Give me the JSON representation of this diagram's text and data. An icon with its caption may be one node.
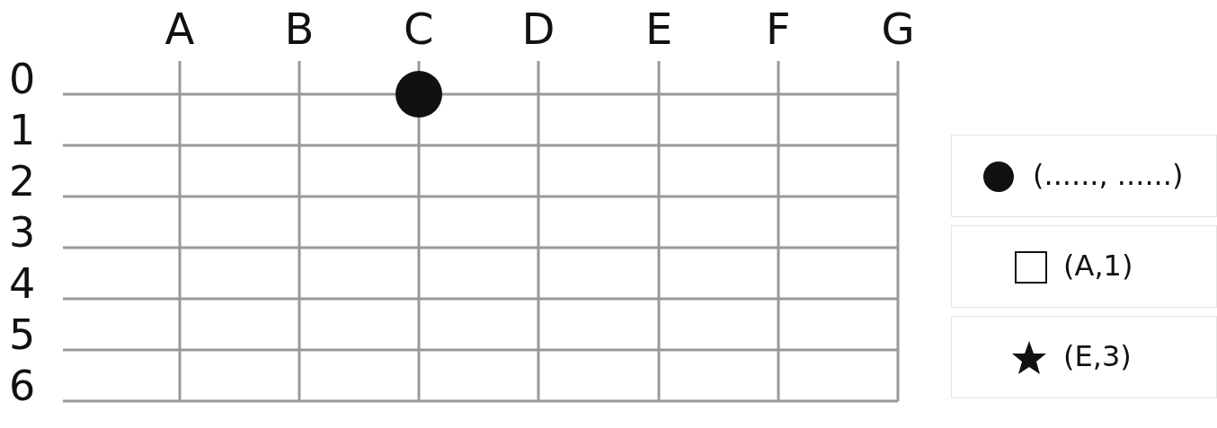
{
  "diagram": {
    "labels": [
      "A",
      "B",
      "C",
      "D",
      "E",
      "F",
      "G",
      "0",
      "1",
      "2",
      "3",
      "4",
      "5",
      "6",
      "(......, ......)",
      "(A,1)",
      "(E,3)"
    ]
  }
}
